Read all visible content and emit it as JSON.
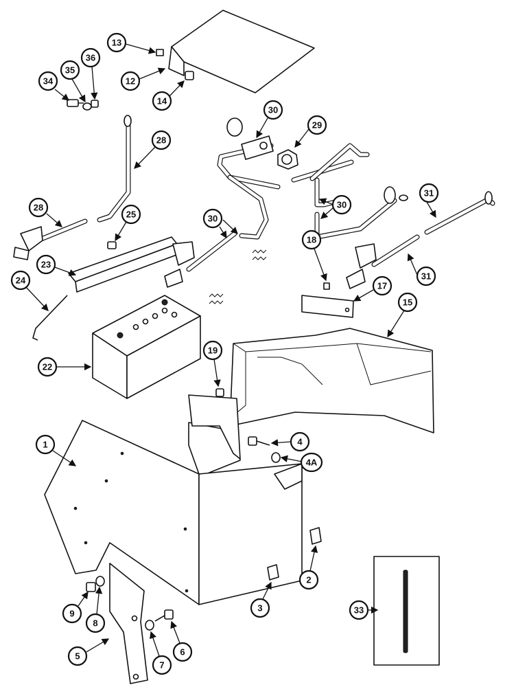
{
  "callouts": {
    "c1": "1",
    "c2": "2",
    "c3": "3",
    "c4": "4",
    "c4a": "4A",
    "c5": "5",
    "c6": "6",
    "c7": "7",
    "c8": "8",
    "c9": "9",
    "c12": "12",
    "c13": "13",
    "c14": "14",
    "c15": "15",
    "c17": "17",
    "c18": "18",
    "c19": "19",
    "c22": "22",
    "c23": "23",
    "c24": "24",
    "c25": "25",
    "c28a": "28",
    "c28b": "28",
    "c29": "29",
    "c30a": "30",
    "c30b": "30",
    "c30c": "30",
    "c31a": "31",
    "c31b": "31",
    "c33": "33",
    "c34": "34",
    "c35": "35",
    "c36": "36"
  }
}
